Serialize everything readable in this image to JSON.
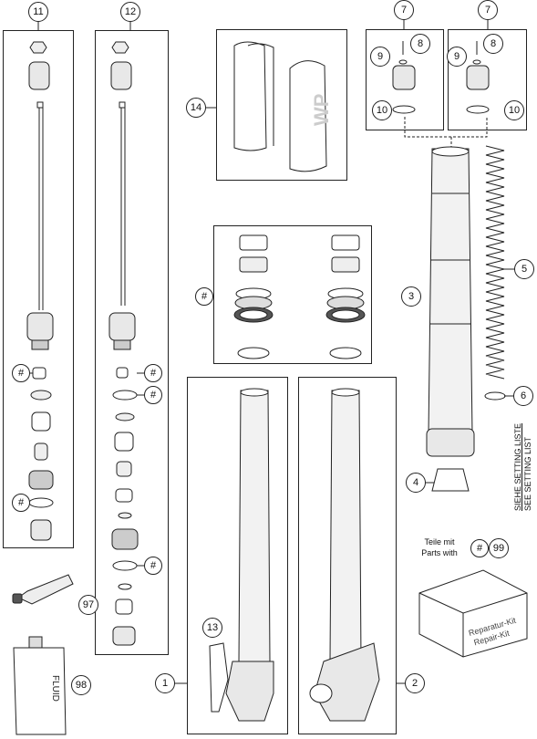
{
  "callouts": {
    "c1": "1",
    "c2": "2",
    "c3": "3",
    "c4": "4",
    "c5": "5",
    "c6": "6",
    "c7a": "7",
    "c7b": "7",
    "c8a": "8",
    "c8b": "8",
    "c9a": "9",
    "c9b": "9",
    "c10a": "10",
    "c10b": "10",
    "c11": "11",
    "c12": "12",
    "c13": "13",
    "c14": "14",
    "c97": "97",
    "c98": "98",
    "c99": "99",
    "hash1": "#",
    "hash2": "#",
    "hash3": "#",
    "hash4": "#",
    "hash5": "#",
    "hash6": "#",
    "hash7": "#"
  },
  "parts_note": {
    "line1": "Teile mit",
    "line2": "Parts with"
  },
  "setting_note": {
    "line1": "SIEHE SETTING LISTE",
    "line2": "SEE SETTING LIST"
  },
  "labels": {
    "fluid": "FLUID",
    "kit_line1": "Reparatur-Kit",
    "kit_line2": "Repair-Kit",
    "wp_logo": "WP"
  },
  "colors": {
    "line": "#222222",
    "shade": "#e8e8e8",
    "dark": "#555555"
  }
}
